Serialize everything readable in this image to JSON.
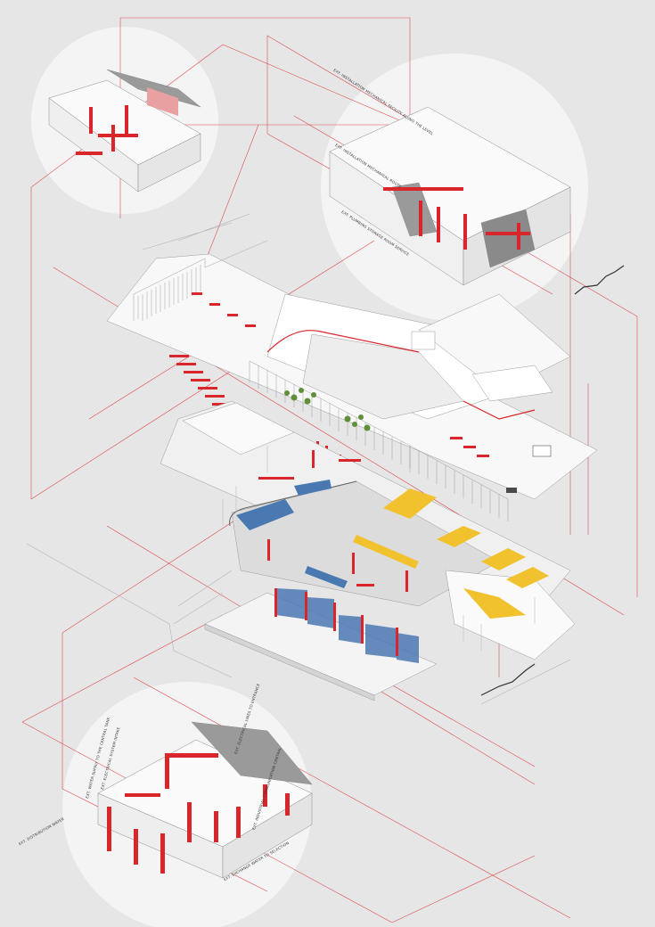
{
  "palette": {
    "background": "#e6e6e6",
    "circle": "#f4f4f4",
    "plate": "#f8f8f8",
    "linework": "#9a9a9a",
    "red": "#d9262b",
    "blue": "#4a78b0",
    "yellow": "#f2c12e",
    "green": "#5f8f3a",
    "dark": "#4a4a4a"
  },
  "annotations": {
    "top_right_a": "EXT. INSTALLATION MECHANICAL FACILITY ALONG THE LEVEL",
    "top_right_b": "EXT. INSTALLATION MECHANICAL ROUTE",
    "top_right_c": "EXT. PLUMBING STORAGE ROOM SERVICE",
    "bottom_left_a": "EXT. DISTRIBUTION WATER",
    "bottom_left_b": "EXT. WATER SUPPLY TO THE CENTRAL TANK",
    "bottom_left_c": "EXT. ELECTRICAL SYSTEM INTAKE",
    "bottom_right_a": "EXT. ELECTRICAL LINES TO ENTRANCE",
    "bottom_right_b": "EXT. INDUSTRIAL COMMUNICATION CENTRAL",
    "bottom_right_c": "EXT. EXCHANGE WATER TO SELECTION"
  }
}
